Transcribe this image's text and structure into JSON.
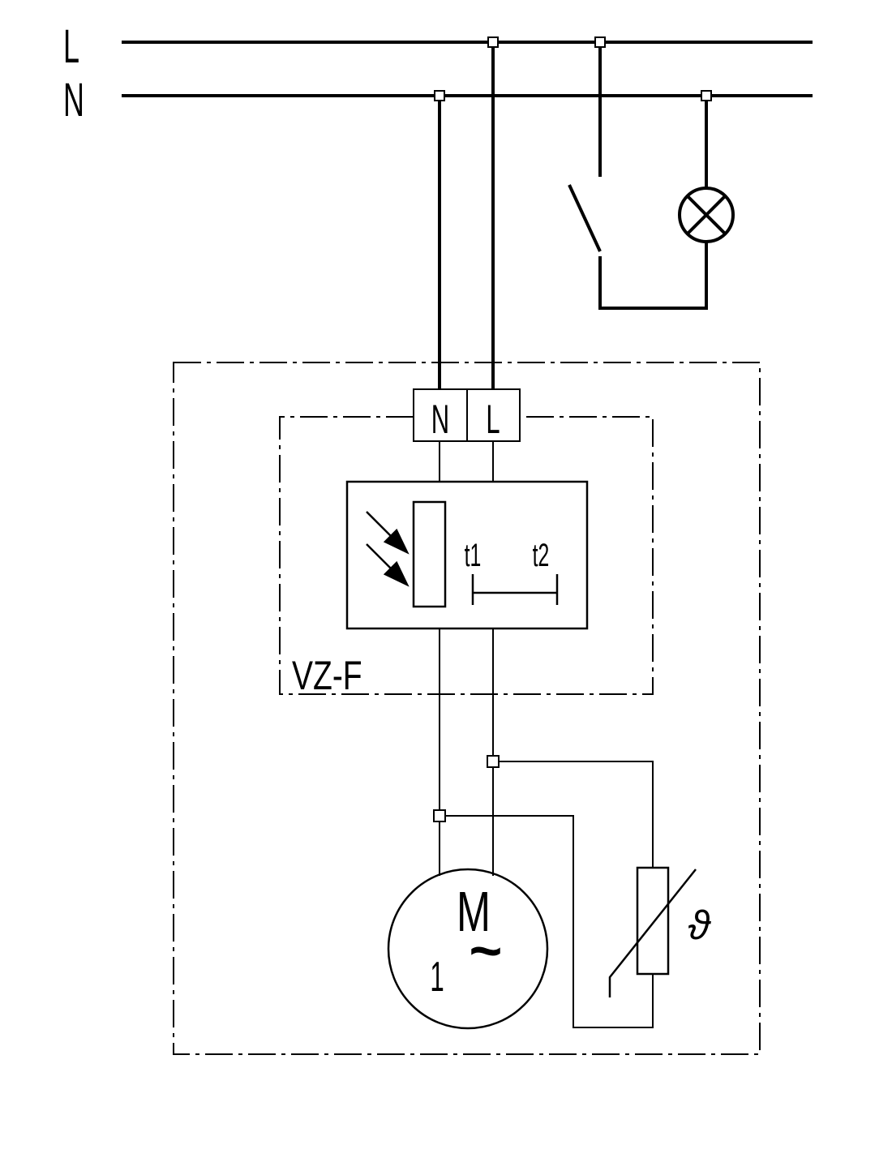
{
  "bus": {
    "line_label": "L",
    "neutral_label": "N"
  },
  "terminals": {
    "neutral": "N",
    "line": "L"
  },
  "module": {
    "name": "VZ-F",
    "delay_start": "t1",
    "delay_end": "t2"
  },
  "motor": {
    "letter": "M",
    "phase_count": "1",
    "ac_symbol": "~"
  },
  "thermal": {
    "symbol": "ϑ"
  },
  "icons": {
    "lamp": "lamp-icon",
    "switch": "switch-icon",
    "light-sensor": "light-sensor-icon",
    "thermistor": "thermistor-icon"
  }
}
